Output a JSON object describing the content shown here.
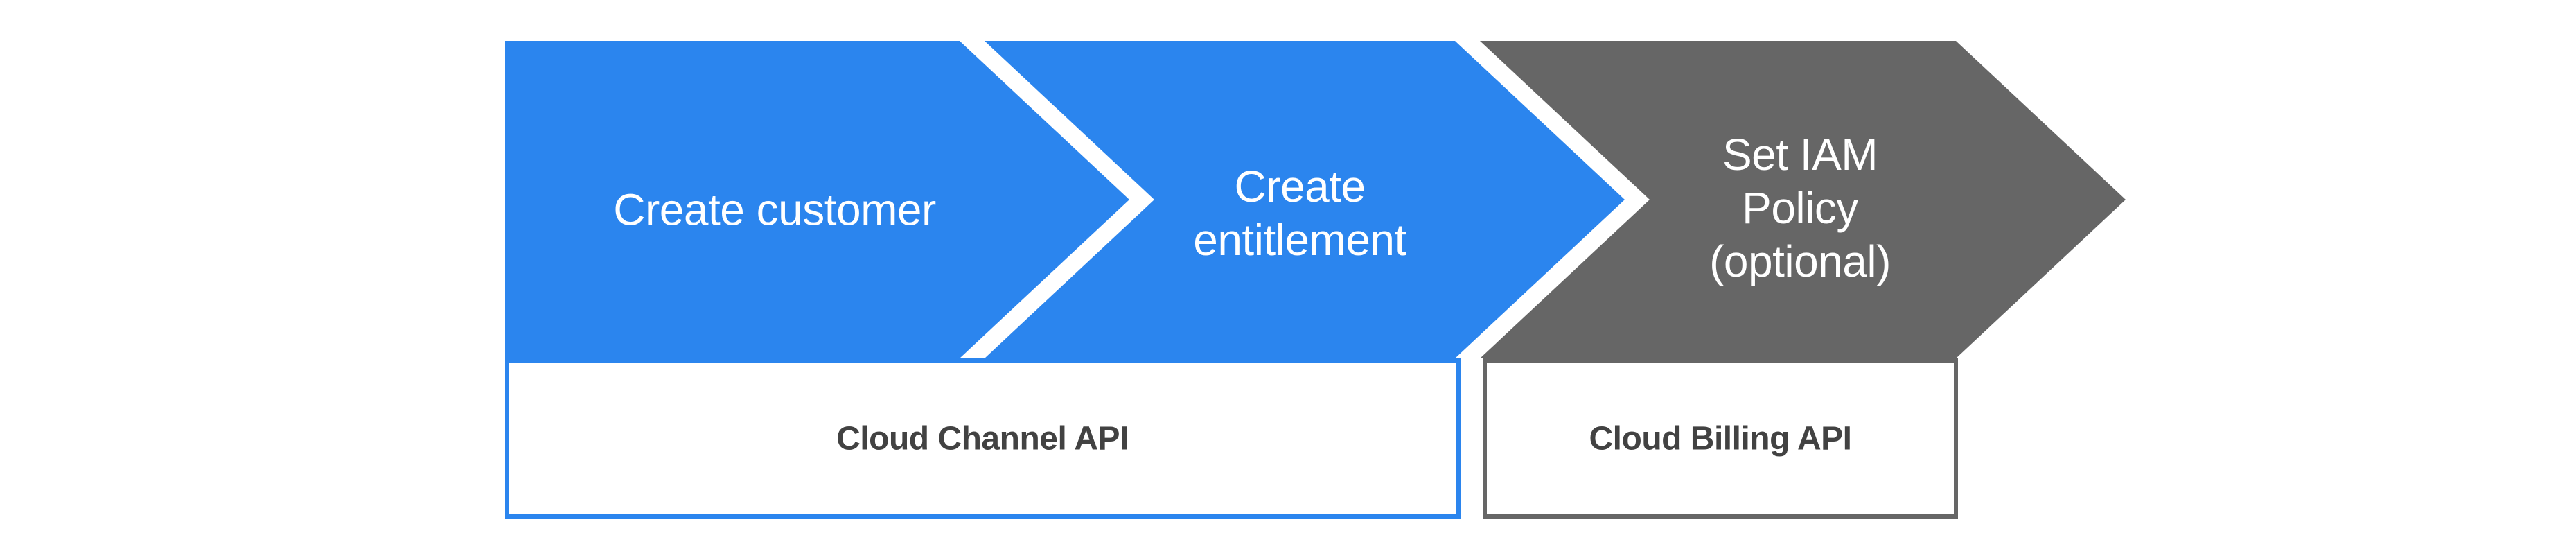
{
  "colors": {
    "step_blue": "#2B85EE",
    "step_gray": "#666666",
    "channel_box_border": "#2B85EE",
    "billing_box_border": "#666666",
    "step_text": "#FFFFFF",
    "api_text": "#424242",
    "background": "#FFFFFF"
  },
  "diagram": {
    "steps": [
      {
        "label": "Create customer",
        "fill": "#2B85EE"
      },
      {
        "label": "Create\nentitlement",
        "fill": "#2B85EE"
      },
      {
        "label": "Set IAM\nPolicy\n(optional)",
        "fill": "#666666"
      }
    ],
    "api_groups": [
      {
        "label": "Cloud Channel API",
        "border": "#2B85EE"
      },
      {
        "label": "Cloud Billing API",
        "border": "#666666"
      }
    ]
  }
}
